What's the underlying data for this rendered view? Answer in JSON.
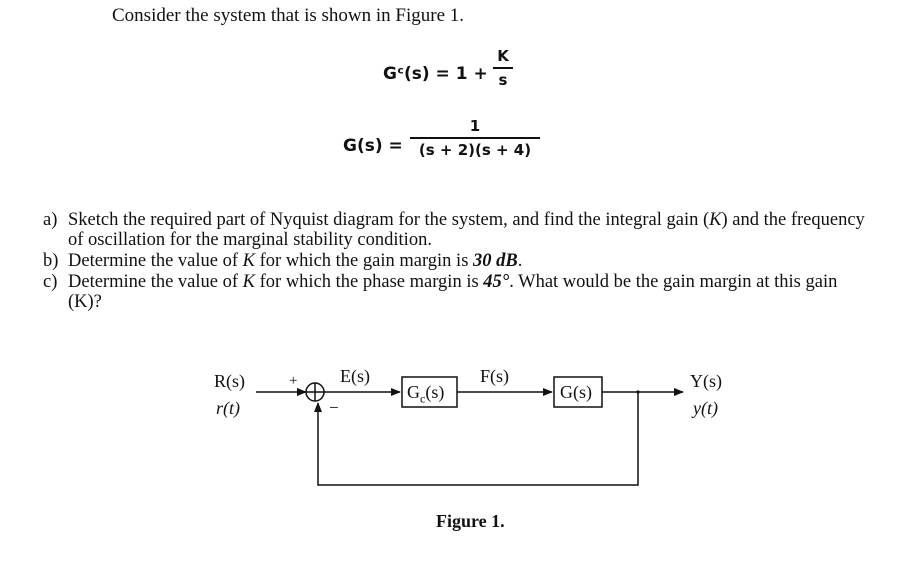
{
  "intro": "Consider the system that is shown in Figure 1.",
  "gc_eq": {
    "lhs": "Gᶜ(s) = 1 +",
    "num": "K",
    "den": "s"
  },
  "g_eq": {
    "lhs": "G(s) =",
    "num": "1",
    "den": "(s + 2)(s + 4)"
  },
  "questions": [
    {
      "label": "a)",
      "pre": "Sketch the required part of Nyquist diagram for the system, and find the integral gain (",
      "var": "K",
      "post": ") and the frequency of oscillation for the marginal stability condition."
    },
    {
      "label": "b)",
      "pre": "Determine the value of ",
      "var": "K",
      "mid": " for which the gain margin is ",
      "val": "30 dB",
      "post": "."
    },
    {
      "label": "c)",
      "pre": "Determine the value of ",
      "var": "K",
      "mid": " for which the phase margin is ",
      "val": "45°",
      "post": ". What would be the gain margin at this gain (K)?"
    }
  ],
  "diagram": {
    "input_top": "R(s)",
    "input_bottom": "r(t)",
    "plus": "+",
    "minus": "−",
    "error": "E(s)",
    "controller": "Gc(s)",
    "controller_main": "G",
    "controller_sub": "c",
    "controller_tail": "(s)",
    "feedforward": "F(s)",
    "plant": "G(s)",
    "output_top": "Y(s)",
    "output_bottom": "y(t)"
  },
  "caption": "Figure 1."
}
